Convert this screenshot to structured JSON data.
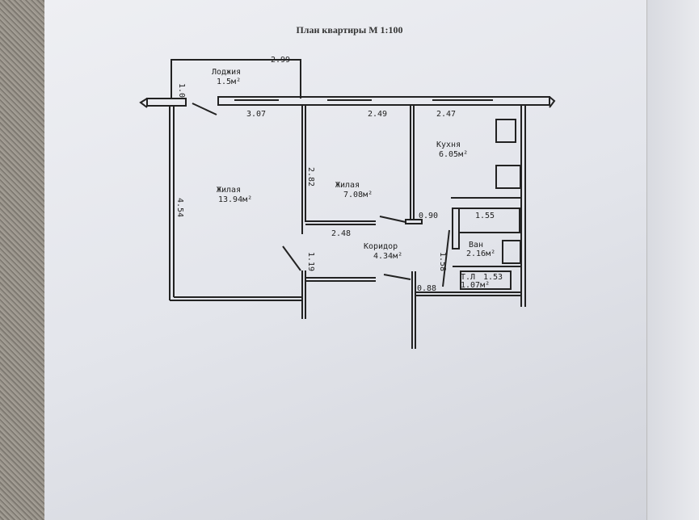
{
  "title": "План квартиры М 1:100",
  "rooms": {
    "loggia": {
      "name": "Лоджия",
      "area": "1.5м²"
    },
    "living1": {
      "name": "Жилая",
      "area": "13.94м²"
    },
    "living2": {
      "name": "Жилая",
      "area": "7.08м²"
    },
    "kitchen": {
      "name": "Кухня",
      "area": "6.05м²"
    },
    "corridor": {
      "name": "Коридор",
      "area": "4.34м²"
    },
    "bath": {
      "name": "Ван",
      "area": "2.16м²"
    },
    "toilet": {
      "name": "Т.Л",
      "area": "1.07м²"
    }
  },
  "dimensions": {
    "loggia_len": "2.99",
    "loggia_depth": "1.0",
    "room1_width": "3.07",
    "room2_width": "2.49",
    "kitchen_width": "2.47",
    "room1_depth": "4.54",
    "room2_depth": "2.82",
    "room2_bottom": "2.48",
    "kitchen_door": "0.90",
    "bath_len": "1.55",
    "corridor_width": "1.19",
    "bath_width": "1.58",
    "toilet_door": "0.88",
    "toilet_len": "1.53"
  }
}
